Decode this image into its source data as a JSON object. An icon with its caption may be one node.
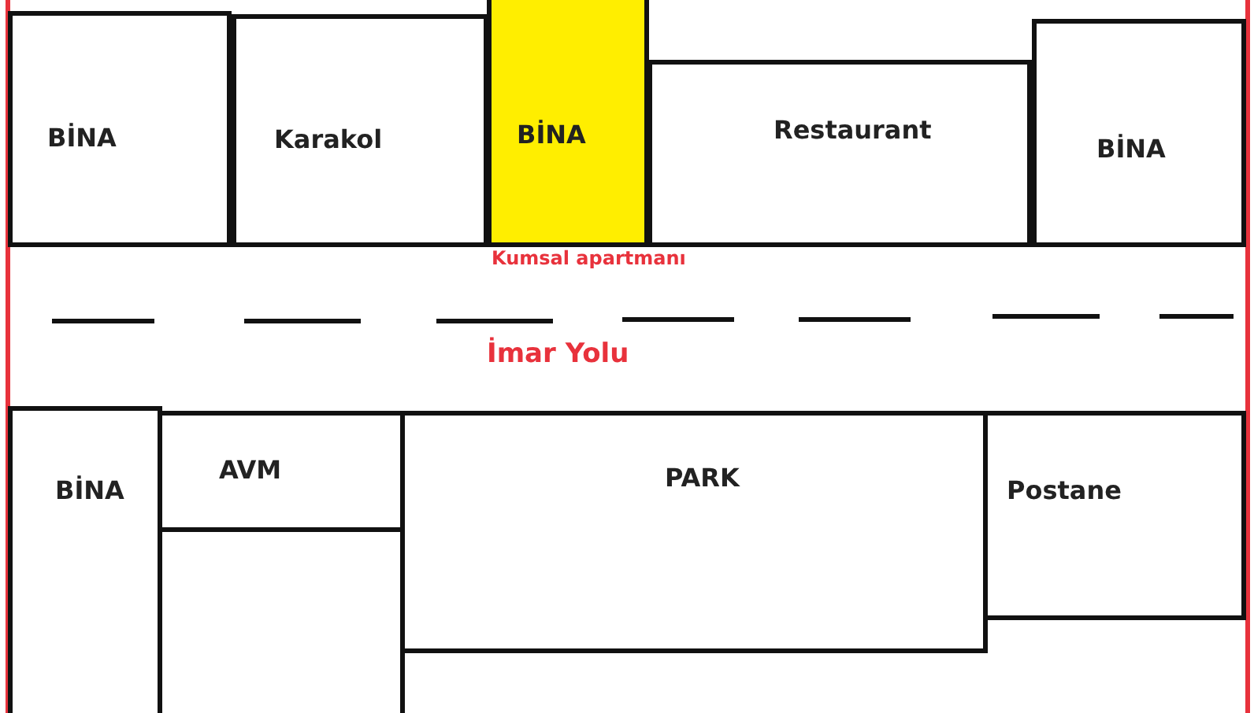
{
  "diagram": {
    "nodes": [
      {
        "text": [
          "BİNA"
        ]
      },
      {
        "text": [
          "Karakol"
        ]
      },
      {
        "text": [
          "BİNA"
        ]
      },
      {
        "text": [
          "Restaurant"
        ]
      },
      {
        "text": [
          "BİNA"
        ]
      },
      {
        "text": [
          "BİNA"
        ]
      },
      {
        "text": [
          "AVM"
        ]
      },
      {
        "text": [],
        "shape": "box"
      },
      {
        "text": [
          "PARK"
        ]
      },
      {
        "text": [
          "Postane"
        ]
      }
    ],
    "labels": [
      "Kumsal apartmanı",
      "İmar Yolu"
    ]
  }
}
